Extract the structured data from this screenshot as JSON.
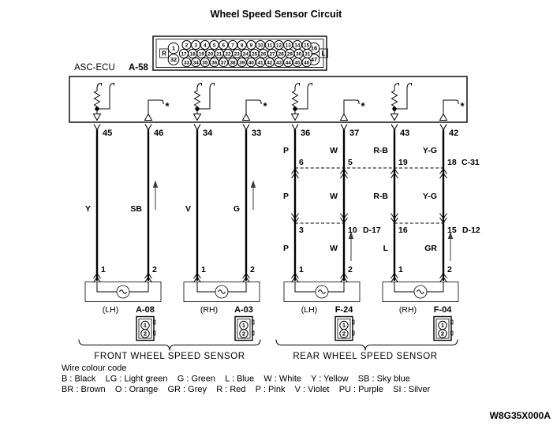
{
  "title": "Wheel Speed Sensor Circuit",
  "doc_code": "W8G35X000A",
  "ecu": {
    "name": "ASC-ECU",
    "connector_id": "A-58",
    "pins": [
      "45",
      "46",
      "34",
      "33",
      "36",
      "37",
      "43",
      "42"
    ],
    "asterisk": "*"
  },
  "ecu_connector": {
    "left_marker": "R",
    "right_marker": "L",
    "left_pins": [
      "1",
      "32"
    ],
    "right_pins": [
      "16",
      "47"
    ],
    "row_top": [
      "2",
      "3",
      "4",
      "5",
      "6",
      "7",
      "8",
      "9",
      "10",
      "11",
      "12",
      "13",
      "14",
      "15"
    ],
    "row_mid": [
      "17",
      "18",
      "19",
      "20",
      "21",
      "22",
      "23",
      "24",
      "25",
      "26",
      "27",
      "28",
      "29",
      "30",
      "31"
    ],
    "row_bottom": [
      "33",
      "34",
      "35",
      "36",
      "37",
      "38",
      "39",
      "40",
      "41",
      "42",
      "43",
      "44",
      "45",
      "46"
    ]
  },
  "front": {
    "label": "FRONT WHEEL SPEED SENSOR",
    "wires": [
      {
        "ecu_pin": "45",
        "color": "Y",
        "sensor_pin": "1"
      },
      {
        "ecu_pin": "46",
        "color": "SB",
        "sensor_pin": "2"
      },
      {
        "ecu_pin": "34",
        "color": "V",
        "sensor_pin": "1"
      },
      {
        "ecu_pin": "33",
        "color": "G",
        "sensor_pin": "2"
      }
    ],
    "sensors": [
      {
        "position": "(LH)",
        "connector": "A-08",
        "icon_pins": [
          "1",
          "2"
        ]
      },
      {
        "position": "(RH)",
        "connector": "A-03",
        "icon_pins": [
          "1",
          "2"
        ]
      }
    ]
  },
  "rear": {
    "label": "REAR WHEEL SPEED SENSOR",
    "intermediate_connectors": {
      "c31": "C-31",
      "d17": "D-17",
      "d12": "D-12"
    },
    "wires": [
      {
        "ecu_pin": "36",
        "color_upper": "P",
        "c31_pin": "6",
        "color_mid": "P",
        "d_pin": "3",
        "color_lower": "P",
        "sensor_pin": "1"
      },
      {
        "ecu_pin": "37",
        "color_upper": "W",
        "c31_pin": "5",
        "color_mid": "W",
        "d_pin": "10",
        "color_lower": "W",
        "sensor_pin": "2"
      },
      {
        "ecu_pin": "43",
        "color_upper": "R-B",
        "c31_pin": "19",
        "color_mid": "R-B",
        "d_pin": "16",
        "color_lower": "L",
        "sensor_pin": "1"
      },
      {
        "ecu_pin": "42",
        "color_upper": "Y-G",
        "c31_pin": "18",
        "color_mid": "Y-G",
        "d_pin": "15",
        "color_lower": "GR",
        "sensor_pin": "2"
      }
    ],
    "sensors": [
      {
        "position": "(LH)",
        "connector": "F-24",
        "icon_pins": [
          "1",
          "2"
        ]
      },
      {
        "position": "(RH)",
        "connector": "F-04",
        "icon_pins": [
          "1",
          "2"
        ]
      }
    ]
  },
  "legend": {
    "heading": "Wire colour code",
    "line1": "B : Black    LG : Light green    G : Green    L : Blue    W : White    Y : Yellow    SB : Sky blue",
    "line2": "BR : Brown    O : Orange    GR : Grey    R : Red    P : Pink    V : Violet    PU : Purple    SI : Silver"
  },
  "colors": {
    "line": "#000000",
    "background": "#ffffff"
  }
}
